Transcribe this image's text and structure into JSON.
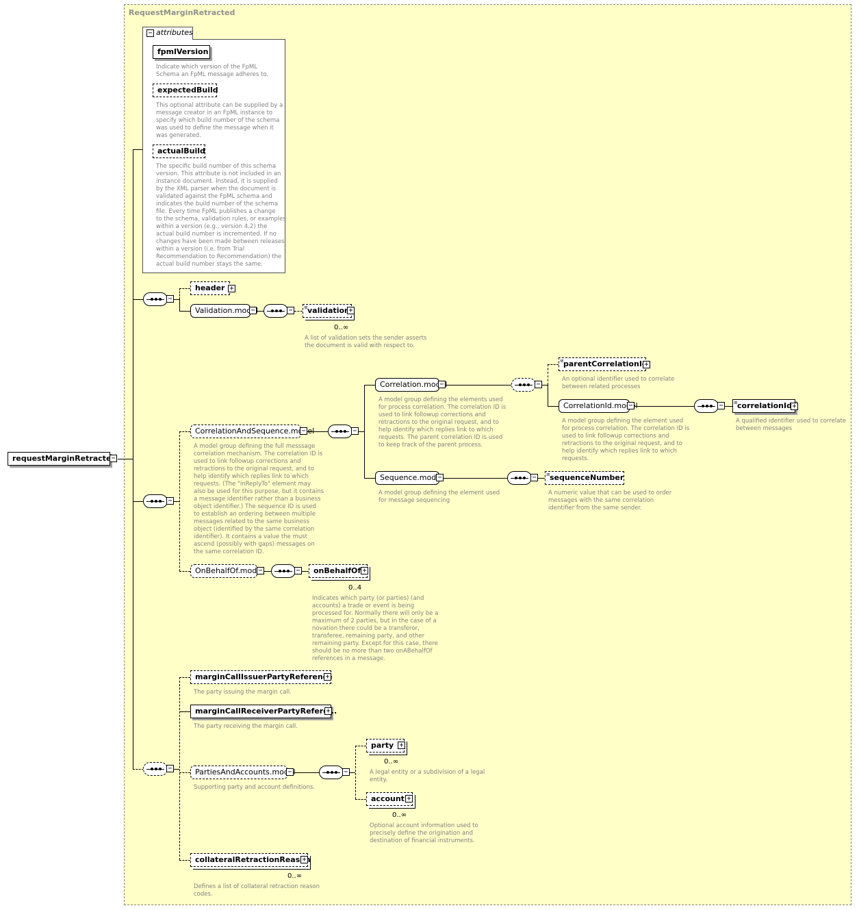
{
  "complex_type": "RequestMarginRetracted",
  "root": {
    "name": "requestMarginRetracted",
    "icon": "collapse-icon"
  },
  "attributes": {
    "tab_label": "attributes",
    "items": [
      {
        "name": "fpmlVersion",
        "required": true,
        "description": "Indicate which version of the FpML\nSchema an FpML message adheres to."
      },
      {
        "name": "expectedBuild",
        "required": false,
        "description": "This optional attribute can be supplied by a\nmessage creator in an FpML instance to\nspecify which build number of the schema\nwas used to define the message when it\nwas generated."
      },
      {
        "name": "actualBuild",
        "required": false,
        "description": "The specific build number of this schema\nversion. This attribute is not included in an\ninstance document. Instead, it is supplied\nby the XML parser when the document is\nvalidated against the FpML schema and\nindicates the build number of the schema\nfile. Every time FpML publishes a change\nto the schema, validation rules, or examples\nwithin a version (e.g., version 4.2) the\nactual build number is incremented. If no\nchanges have been made between releases\nwithin a version (i.e. from Trial\nRecommendation to Recommendation) the\nactual build number stays the same."
      }
    ]
  },
  "nodes": {
    "header": "header",
    "validation_model": "Validation.model",
    "validation": "validation",
    "validation_occ": "0..∞",
    "validation_desc": "A list of validation sets the sender asserts\nthe document is valid with respect to.",
    "cas_model": "CorrelationAndSequence.model",
    "cas_desc": "A model group defining the full messsage\ncorrelation mechanism. The correlation ID is\nused to link followup corrections and\nretractions to the original request, and to\nhelp identify which replies link to which\nrequests. (The \"inReplyTo\" element may\nalso be used for this purpose, but it contains\na message identifier rather than a business\nobject identifier.) The sequence ID is used\nto establish an ordering between multiple\nmessages related to the same business\nobject (identified by the same correlation\nidentifier). It contains a value the must\nascend (possibly with gaps) messages on\nthe same correlation ID.",
    "correlation_model": "Correlation.model",
    "correlation_desc": "A model group defining the elements used\nfor process correlation. The correlation ID is\nused to link followup corrections and\nretractions to the original request, and to\nhelp identify which replies link to which\nrequests. The parent correlation ID is used\nto keep track of the parent process.",
    "parent_corr": "parentCorrelationId",
    "parent_corr_desc": "An optional identifier used to correlate\nbetween related processes",
    "corrid_model": "CorrelationId.model",
    "corrid_model_desc": "A model group defining the element used\nfor process correlation. The correlation ID is\nused to link followup corrections and\nretractions to the original request, and to\nhelp identify which replies link to which\nrequests.",
    "corrid": "correlationId",
    "corrid_desc": "A qualified identifier used to correlate\nbetween messages",
    "sequence_model": "Sequence.model",
    "sequence_model_desc": "A model group defining the element used\nfor message sequencing",
    "seqnum": "sequenceNumber",
    "seqnum_desc": "A numeric value that can be used to order\nmessages with the same correlation\nidentifier from the same sender.",
    "obo_model": "OnBehalfOf.model",
    "obo": "onBehalfOf",
    "obo_occ": "0..4",
    "obo_desc": "Indicates which party (or parties) (and\naccounts) a trade or event is being\nprocessed for. Normally there will only be a\nmaximum of 2 parties, but in the case of a\nnovation there could be a transferor,\ntransferee, remaining party, and other\nremaining party. Except for this case, there\nshould be no more than two onABehalfOf\nreferences in a message.",
    "issuer": "marginCallIssuerPartyReference",
    "issuer_desc": "The party issuing the margin call.",
    "receiver": "marginCallReceiverPartyRefere...",
    "receiver_desc": "The party receiving the margin call.",
    "paa_model": "PartiesAndAccounts.model",
    "paa_desc": "Supporting party and account definitions.",
    "party": "party",
    "party_occ": "0..∞",
    "party_desc": "A legal entity or a subdivision of a legal\nentity.",
    "account": "account",
    "account_occ": "0..∞",
    "account_desc": "Optional account information used to\nprecisely define the origination and\ndestination of financial instruments.",
    "crr": "collateralRetractionReason",
    "crr_occ": "0..∞",
    "crr_desc": "Defines a list of collateral retraction reason\ncodes."
  },
  "colors": {
    "background": "#ffffc8",
    "border": "#808080",
    "description_text": "#808080"
  }
}
